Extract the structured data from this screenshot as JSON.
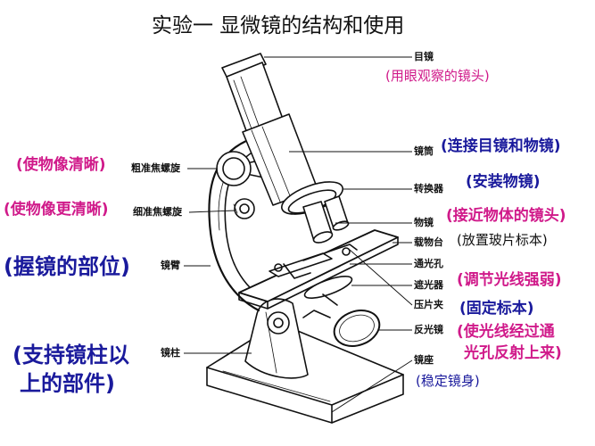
{
  "title": "实验一 显微镜的结构和使用",
  "parts": {
    "eyepiece": "目镜",
    "tube": "镜筒",
    "nosepiece": "转换器",
    "objective": "物镜",
    "stage": "载物台",
    "aperture": "通光孔",
    "diaphragm": "遮光器",
    "clip": "压片夹",
    "mirror": "反光镜",
    "base": "镜座",
    "coarse": "粗准焦螺旋",
    "fine": "细准焦螺旋",
    "arm": "镜臂",
    "pillar": "镜柱"
  },
  "functions": {
    "eyepiece": "(用眼观察的镜头)",
    "tube": "(连接目镜和物镜)",
    "nosepiece": "(安装物镜)",
    "objective": "(接近物体的镜头)",
    "stage": "(放置玻片标本)",
    "diaphragm": "(调节光线强弱)",
    "clip": "(固定标本)",
    "mirror_line1": "(使光线经过通",
    "mirror_line2": "光孔反射上来)",
    "base": "(稳定镜身)",
    "coarse": "(使物像清晰)",
    "fine": "(使物像更清晰)",
    "arm": "(握镜的部位)",
    "pillar_line1": "(支持镜柱以",
    "pillar_line2": "上的部件)"
  },
  "colors": {
    "blue": "#1a1a9c",
    "magenta": "#d01a8a",
    "line": "#111111"
  }
}
